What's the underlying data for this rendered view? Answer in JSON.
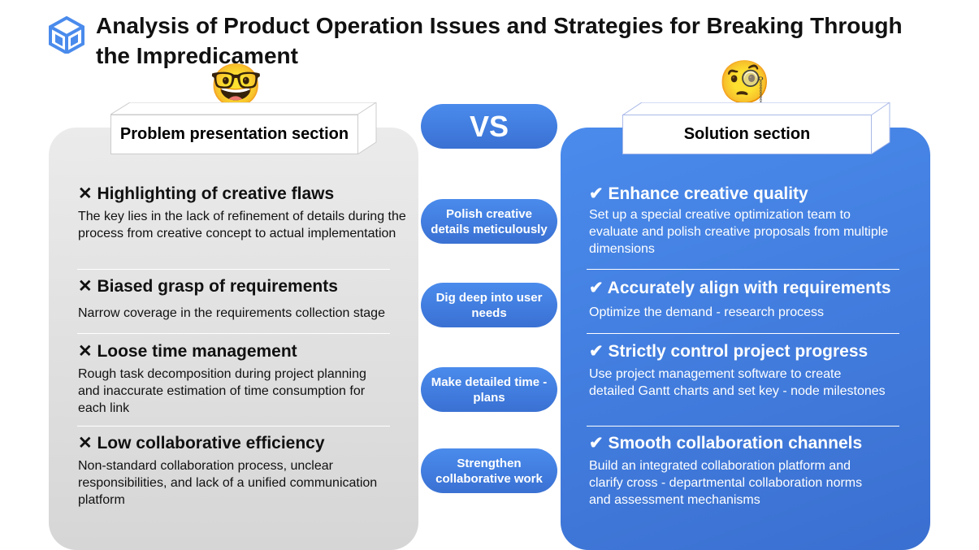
{
  "title": "Analysis of Product Operation Issues and Strategies for Breaking Through the Impredicament",
  "vs_label": "VS",
  "left_header": "Problem presentation section",
  "right_header": "Solution section",
  "problems": [
    {
      "title": "Highlighting of creative flaws",
      "desc": "The key lies in the lack of refinement of details during the process from creative concept to actual implementation"
    },
    {
      "title": "Biased grasp of requirements",
      "desc": "Narrow coverage in the requirements collection stage"
    },
    {
      "title": "Loose time management",
      "desc": "Rough task decomposition during project planning and inaccurate estimation of time consumption for each link"
    },
    {
      "title": "Low collaborative efficiency",
      "desc": "Non-standard collaboration process, unclear responsibilities, and lack of a unified communication platform"
    }
  ],
  "bridges": [
    "Polish creative details meticulously",
    "Dig deep into user needs",
    "Make detailed time - plans",
    "Strengthen collaborative work"
  ],
  "solutions": [
    {
      "title": "Enhance creative quality",
      "desc": "Set up a special creative optimization team to evaluate and polish creative proposals from multiple dimensions"
    },
    {
      "title": "Accurately align with requirements",
      "desc": "Optimize the demand - research process"
    },
    {
      "title": "Strictly control project progress",
      "desc": "Use project management software to create detailed Gantt charts and set key - node milestones"
    },
    {
      "title": "Smooth collaboration channels",
      "desc": "Build an integrated collaboration platform and clarify cross - departmental collaboration norms and assessment mechanisms"
    }
  ],
  "icons": {
    "cross": "✕",
    "check": "✔"
  },
  "colors": {
    "accent": "#4a86e8"
  }
}
